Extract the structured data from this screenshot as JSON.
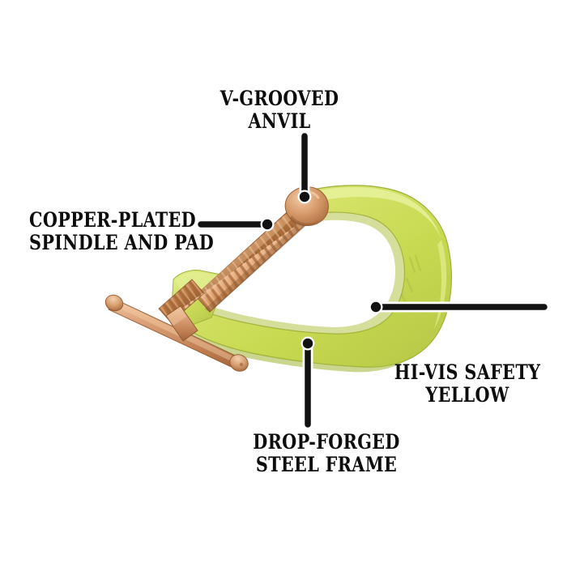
{
  "figure": {
    "subject": "hi-vis-c-clamp",
    "background_color": "#ffffff",
    "label_color": "#0d0d0d",
    "leader_color": "#111111"
  },
  "palette": {
    "hi_vis_yellow": "#c9da54",
    "hi_vis_yellow_light": "#dfec84",
    "hi_vis_yellow_mid": "#d3e066",
    "hi_vis_yellow_shadow": "#a8b840",
    "copper": "#c9804f",
    "copper_light": "#e5a87b",
    "copper_dark": "#a5643a",
    "copper_highlight": "#f0c4a0"
  },
  "callouts": [
    {
      "id": "v-grooved-anvil",
      "line1": "V-GROOVED",
      "line2": "ANVIL",
      "align": "center",
      "leader": "vertical-down"
    },
    {
      "id": "copper-plated-spindle-and-pad",
      "line1": "COPPER-PLATED",
      "line2": "SPINDLE AND PAD",
      "align": "left",
      "leader": "horizontal-right"
    },
    {
      "id": "hi-vis-safety-yellow",
      "line1": "HI-VIS SAFETY",
      "line2": "YELLOW",
      "align": "center",
      "leader": "horizontal-left-up"
    },
    {
      "id": "drop-forged-steel-frame",
      "line1": "DROP-FORGED",
      "line2": "STEEL FRAME",
      "align": "center",
      "leader": "vertical-up"
    }
  ]
}
